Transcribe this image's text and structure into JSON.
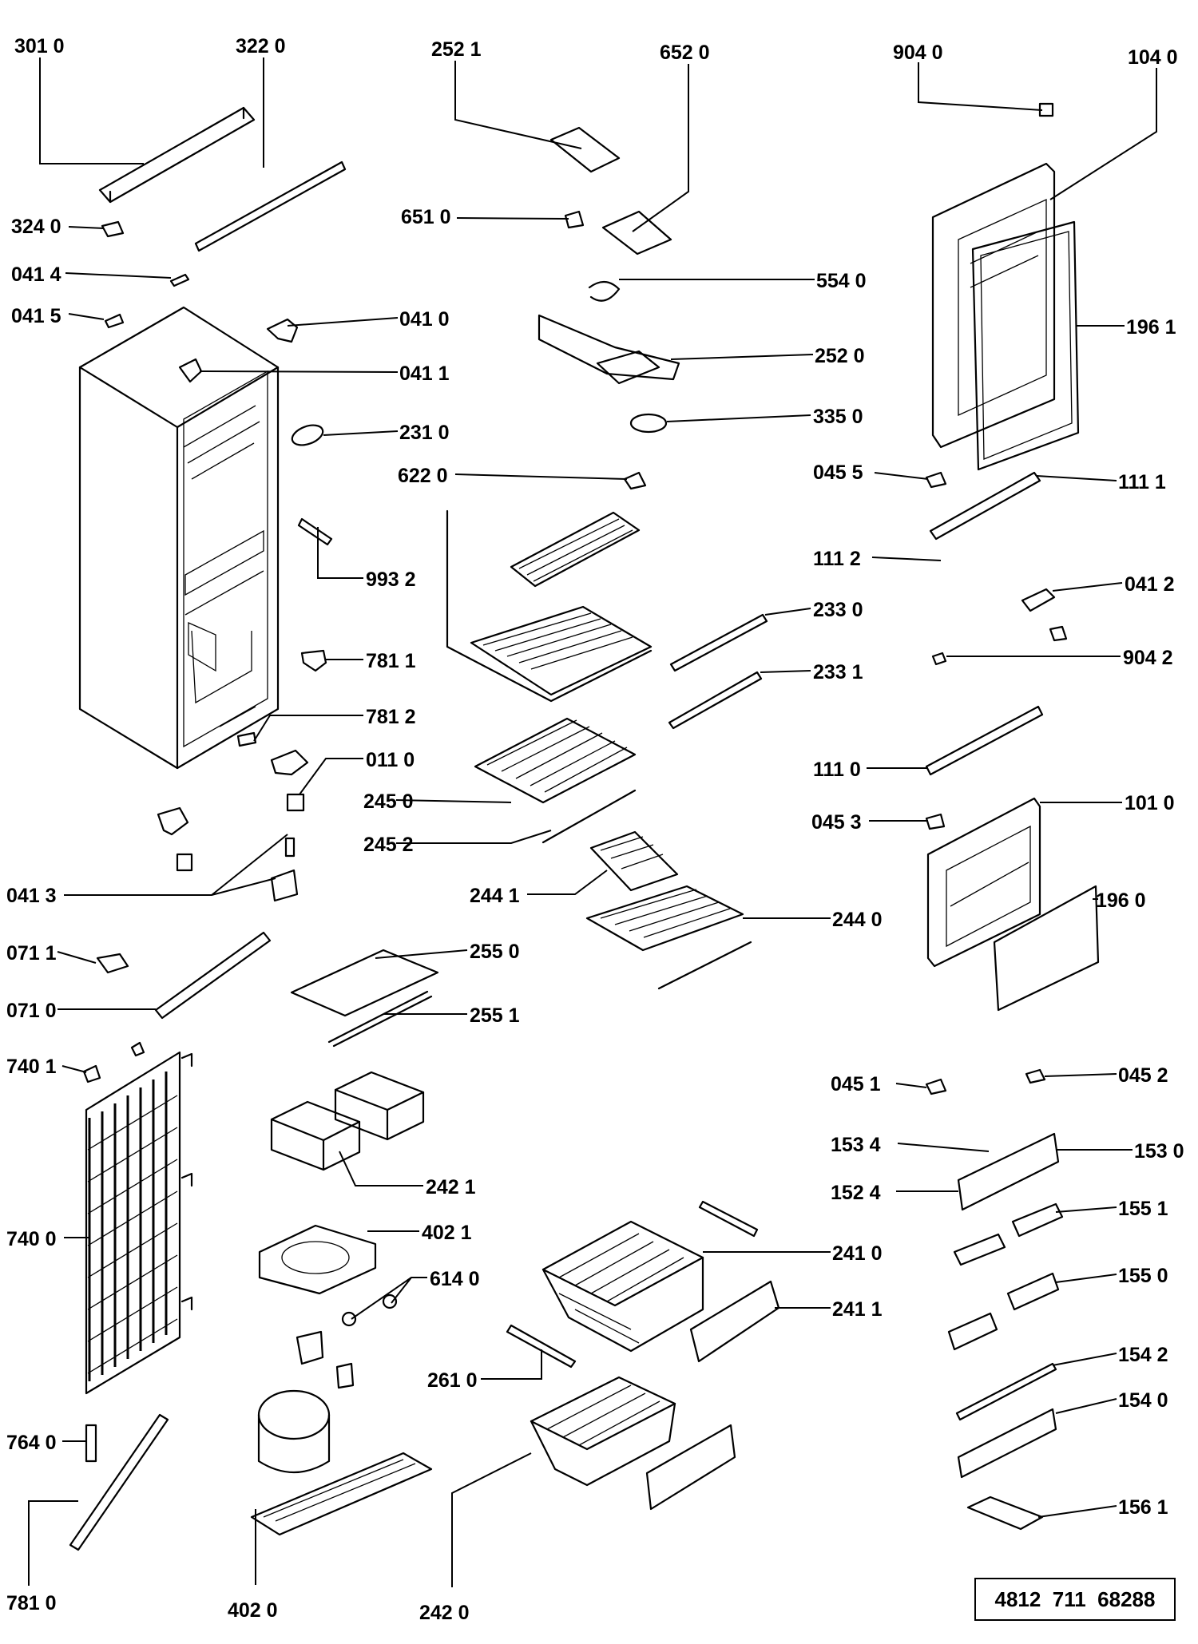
{
  "callouts": [
    {
      "id": "c3010",
      "text": "301 0"
    },
    {
      "id": "c3220",
      "text": "322 0"
    },
    {
      "id": "c2521",
      "text": "252 1"
    },
    {
      "id": "c6520",
      "text": "652 0"
    },
    {
      "id": "c9040",
      "text": "904 0"
    },
    {
      "id": "c1040",
      "text": "104 0"
    },
    {
      "id": "c3240",
      "text": "324 0"
    },
    {
      "id": "c6510",
      "text": "651 0"
    },
    {
      "id": "c0414",
      "text": "041 4"
    },
    {
      "id": "c5540",
      "text": "554 0"
    },
    {
      "id": "c0415",
      "text": "041 5"
    },
    {
      "id": "c0410",
      "text": "041 0"
    },
    {
      "id": "c1961",
      "text": "196 1"
    },
    {
      "id": "c2520",
      "text": "252 0"
    },
    {
      "id": "c0411",
      "text": "041 1"
    },
    {
      "id": "c3350",
      "text": "335 0"
    },
    {
      "id": "c2310",
      "text": "231 0"
    },
    {
      "id": "c6220",
      "text": "622 0"
    },
    {
      "id": "c0455",
      "text": "045 5"
    },
    {
      "id": "c1111",
      "text": "111 1"
    },
    {
      "id": "c1112",
      "text": "111 2"
    },
    {
      "id": "c9932",
      "text": "993 2"
    },
    {
      "id": "c0412",
      "text": "041 2"
    },
    {
      "id": "c2330",
      "text": "233 0"
    },
    {
      "id": "c7811",
      "text": "781 1"
    },
    {
      "id": "c2331",
      "text": "233 1"
    },
    {
      "id": "c9042",
      "text": "904 2"
    },
    {
      "id": "c7812",
      "text": "781 2"
    },
    {
      "id": "c0110",
      "text": "011 0"
    },
    {
      "id": "c1110",
      "text": "111 0"
    },
    {
      "id": "c2450",
      "text": "245 0"
    },
    {
      "id": "c1010",
      "text": "101 0"
    },
    {
      "id": "c0453",
      "text": "045 3"
    },
    {
      "id": "c2452",
      "text": "245 2"
    },
    {
      "id": "c0413",
      "text": "041 3"
    },
    {
      "id": "c2441",
      "text": "244 1"
    },
    {
      "id": "c1960",
      "text": "196 0"
    },
    {
      "id": "c2440",
      "text": "244 0"
    },
    {
      "id": "c0711",
      "text": "071 1"
    },
    {
      "id": "c2550",
      "text": "255 0"
    },
    {
      "id": "c0710",
      "text": "071 0"
    },
    {
      "id": "c2551",
      "text": "255 1"
    },
    {
      "id": "c7401",
      "text": "740 1"
    },
    {
      "id": "c0451",
      "text": "045 1"
    },
    {
      "id": "c0452",
      "text": "045 2"
    },
    {
      "id": "c1534",
      "text": "153 4"
    },
    {
      "id": "c1530",
      "text": "153 0"
    },
    {
      "id": "c2421",
      "text": "242 1"
    },
    {
      "id": "c1524",
      "text": "152 4"
    },
    {
      "id": "c1551",
      "text": "155 1"
    },
    {
      "id": "c4021",
      "text": "402 1"
    },
    {
      "id": "c7400",
      "text": "740 0"
    },
    {
      "id": "c2410",
      "text": "241 0"
    },
    {
      "id": "c6140",
      "text": "614 0"
    },
    {
      "id": "c1550",
      "text": "155 0"
    },
    {
      "id": "c2411",
      "text": "241 1"
    },
    {
      "id": "c1542",
      "text": "154 2"
    },
    {
      "id": "c2610",
      "text": "261 0"
    },
    {
      "id": "c1540",
      "text": "154 0"
    },
    {
      "id": "c7640",
      "text": "764 0"
    },
    {
      "id": "c1561",
      "text": "156 1"
    },
    {
      "id": "c7810",
      "text": "781 0"
    },
    {
      "id": "c4020",
      "text": "402 0"
    },
    {
      "id": "c2420",
      "text": "242 0"
    }
  ],
  "reference_number": "4812  711  68288"
}
